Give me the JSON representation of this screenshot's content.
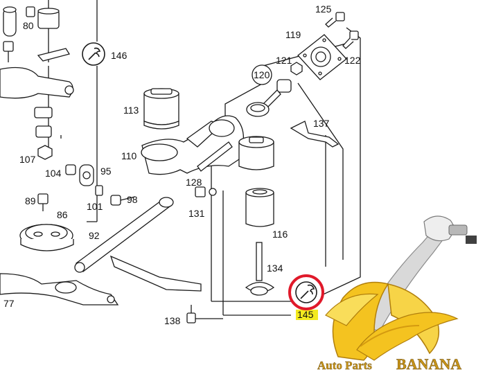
{
  "diagram": {
    "callouts": {
      "c80": "80",
      "c146": "146",
      "c125": "125",
      "c119": "119",
      "c122": "122",
      "c121": "121",
      "c120": "120",
      "c113": "113",
      "c137": "137",
      "c110": "110",
      "c107": "107",
      "c104": "104",
      "c95": "95",
      "c128": "128",
      "c89": "89",
      "c101": "101",
      "c98": "98",
      "c86": "86",
      "c131": "131",
      "c116": "116",
      "c92": "92",
      "c134": "134",
      "c77": "77",
      "c138": "138",
      "c145": "145"
    },
    "highlighted_part": "145"
  },
  "brand": {
    "prefix": "Auto Parts",
    "name": "BANANA"
  },
  "colors": {
    "line": "#1a1a1a",
    "highlight_ring": "#e0192a",
    "highlight_label_bg": "#f3ea1f",
    "banana_yellow": "#f4c320",
    "banana_dark": "#d49a10",
    "brand_gold": "#c8951a"
  }
}
